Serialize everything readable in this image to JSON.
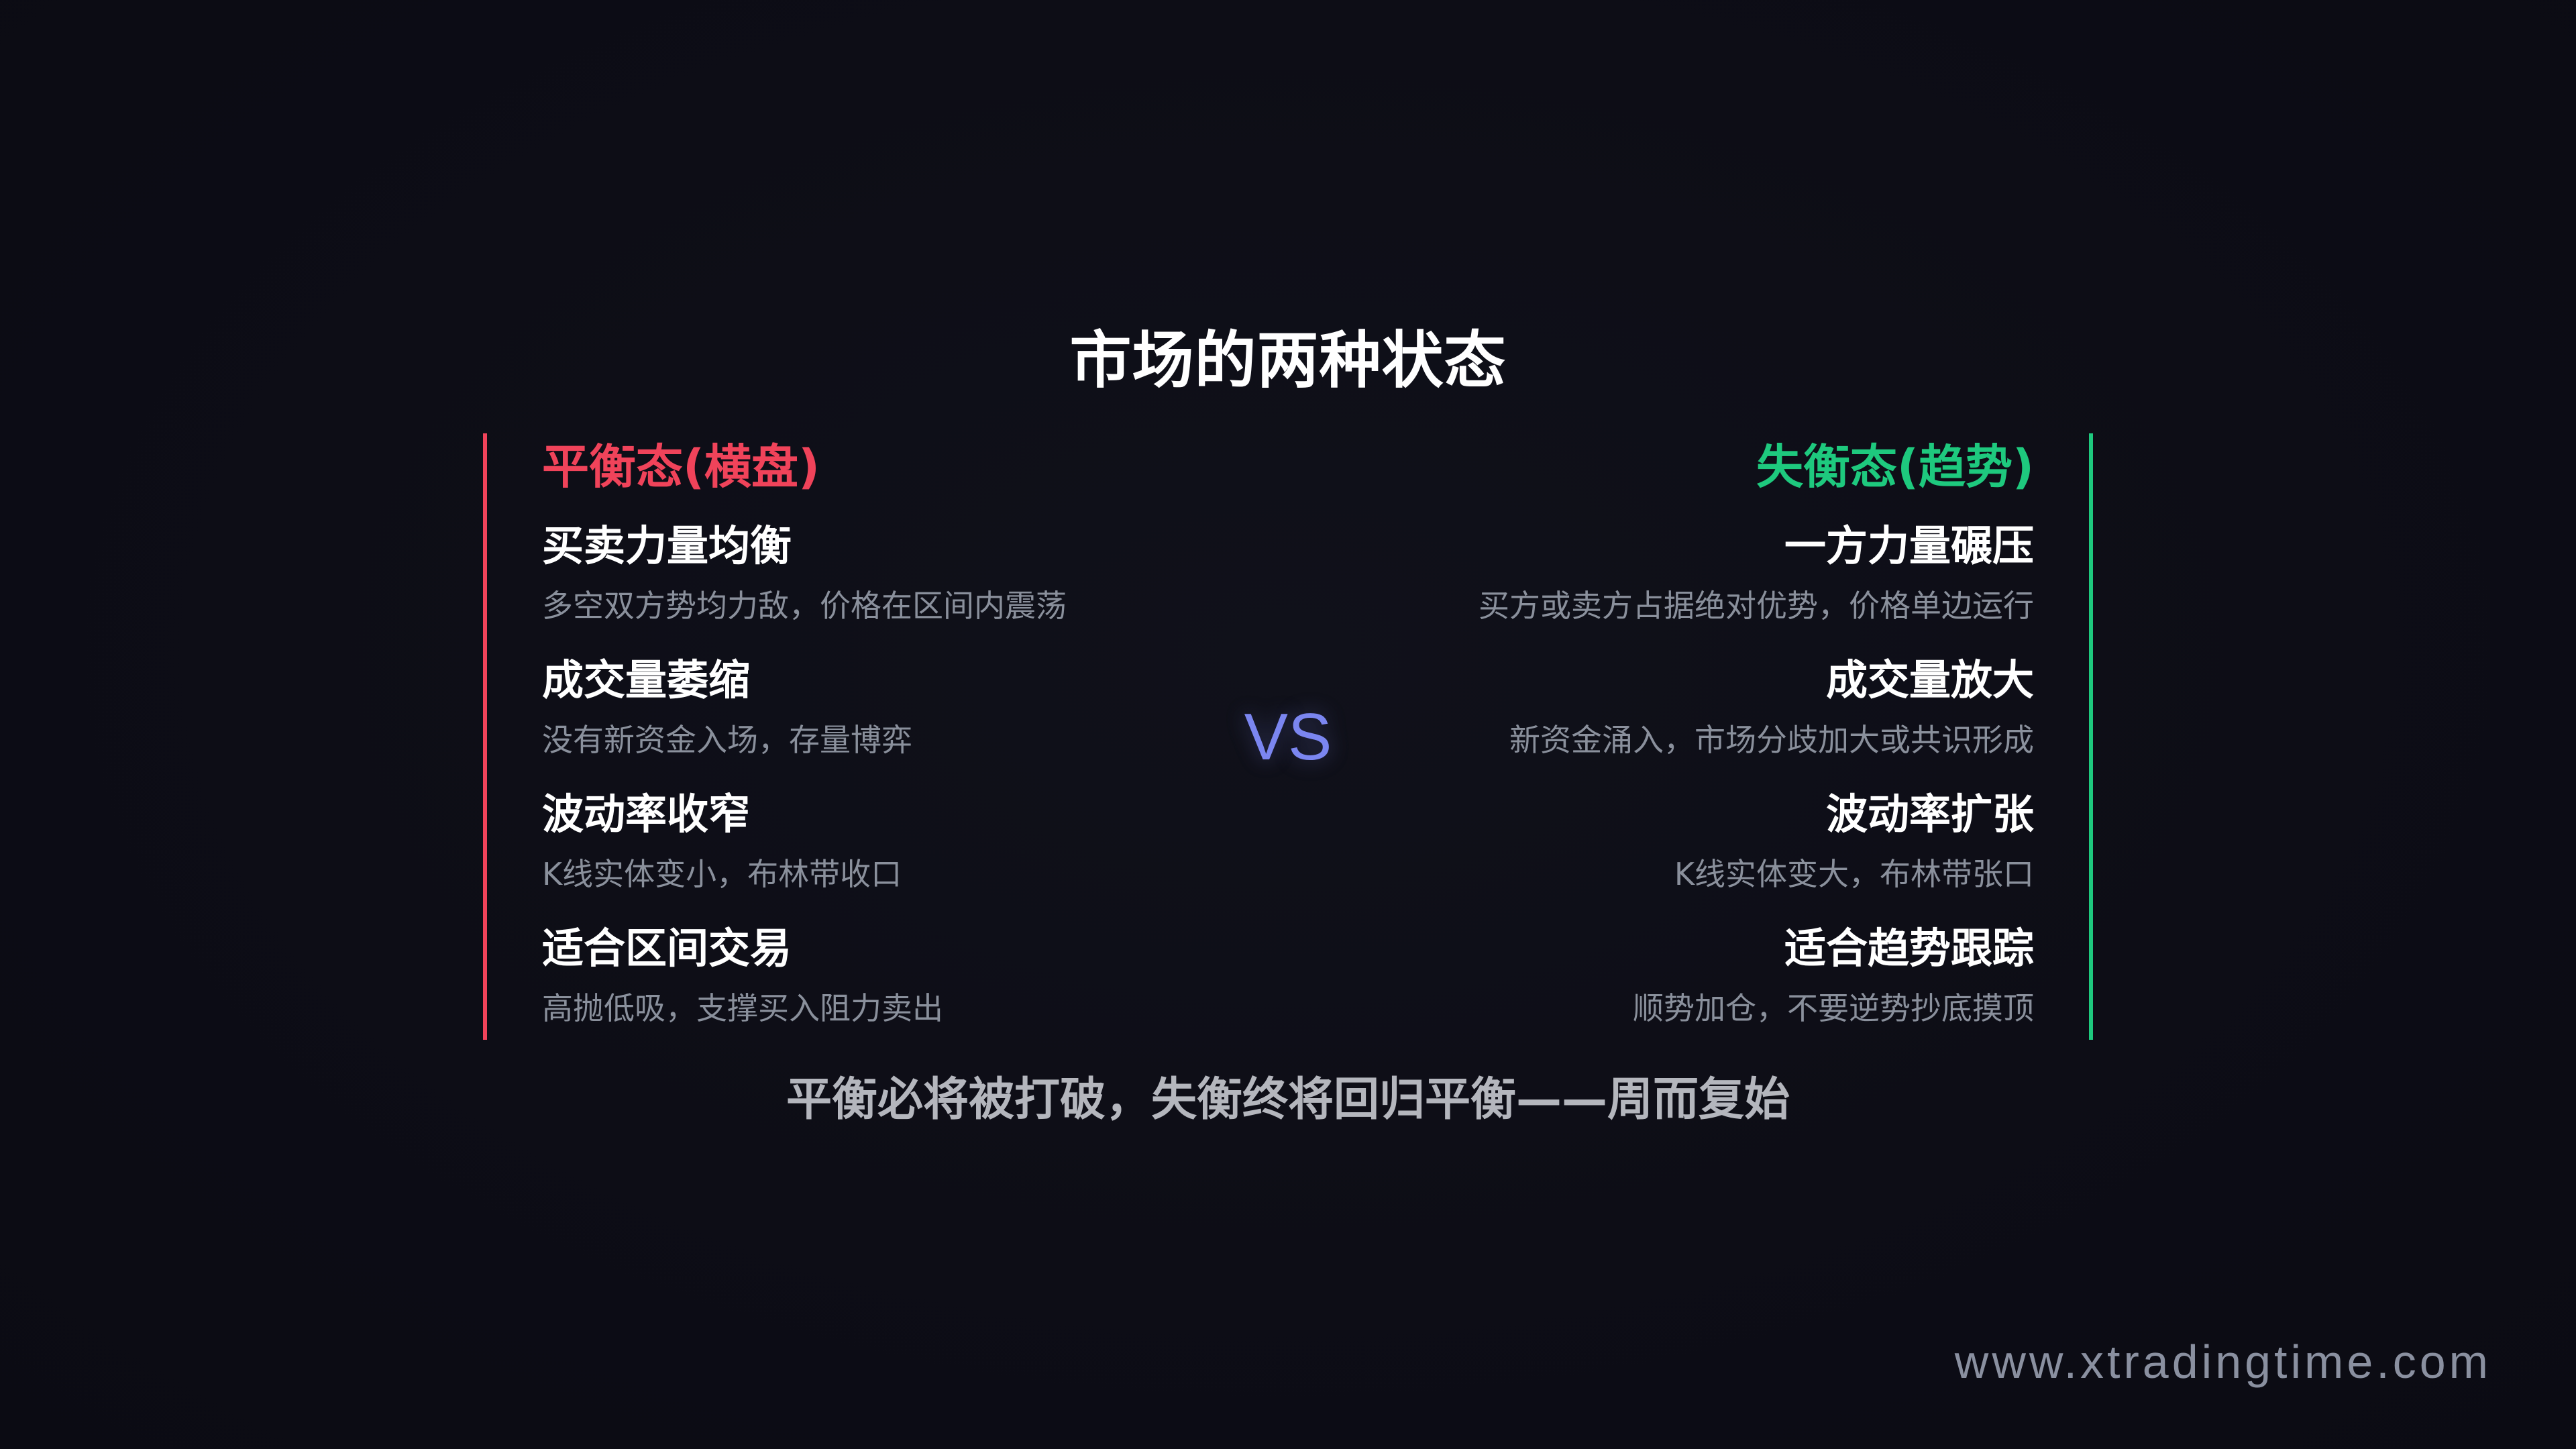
{
  "slide": {
    "title": "市场的两种状态",
    "vs_label": "VS",
    "tagline": "平衡必将被打破，失衡终将回归平衡——周而复始",
    "watermark": "www.xtradingtime.com"
  },
  "colors": {
    "background": "#0d0d16",
    "balanced_accent": "#f0435a",
    "imbalanced_accent": "#1ec97e",
    "vs": "#7b86f0",
    "title": "#ffffff",
    "description": "#8a909c",
    "tagline": "#b4b6bd"
  },
  "left_panel": {
    "heading": "平衡态(横盘)",
    "items": [
      {
        "title": "买卖力量均衡",
        "desc": "多空双方势均力敌，价格在区间内震荡"
      },
      {
        "title": "成交量萎缩",
        "desc": "没有新资金入场，存量博弈"
      },
      {
        "title": "波动率收窄",
        "desc": "K线实体变小，布林带收口"
      },
      {
        "title": "适合区间交易",
        "desc": "高抛低吸，支撑买入阻力卖出"
      }
    ]
  },
  "right_panel": {
    "heading": "失衡态(趋势)",
    "items": [
      {
        "title": "一方力量碾压",
        "desc": "买方或卖方占据绝对优势，价格单边运行"
      },
      {
        "title": "成交量放大",
        "desc": "新资金涌入，市场分歧加大或共识形成"
      },
      {
        "title": "波动率扩张",
        "desc": "K线实体变大，布林带张口"
      },
      {
        "title": "适合趋势跟踪",
        "desc": "顺势加仓，不要逆势抄底摸顶"
      }
    ]
  }
}
